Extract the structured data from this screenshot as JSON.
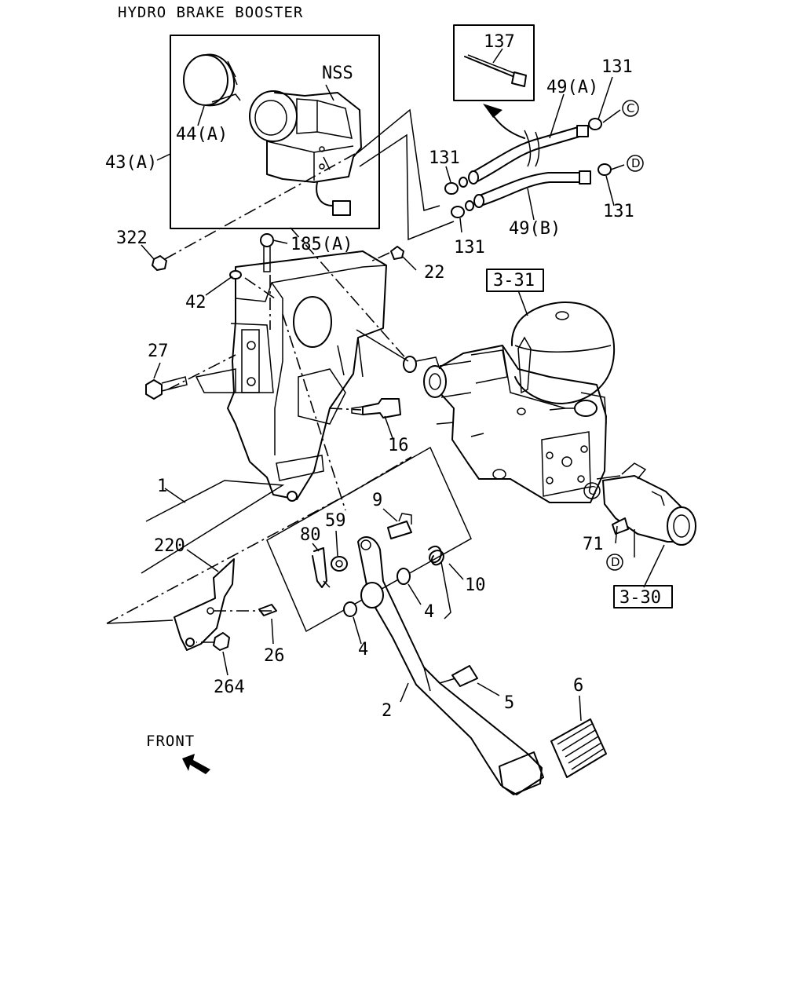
{
  "title": "HYDRO BRAKE BOOSTER",
  "labels": {
    "p43a": "43(A)",
    "p44a": "44(A)",
    "nss": "NSS",
    "p137": "137",
    "p49a": "49(A)",
    "p49b": "49(B)",
    "p131_1": "131",
    "p131_2": "131",
    "p131_3": "131",
    "p131_4": "131",
    "p322": "322",
    "p185a": "185(A)",
    "p22": "22",
    "p42": "42",
    "p27": "27",
    "p16": "16",
    "p1": "1",
    "p220": "220",
    "p80": "80",
    "p59": "59",
    "p9": "9",
    "p10": "10",
    "p4a": "4",
    "p4b": "4",
    "p26": "26",
    "p264": "264",
    "p2": "2",
    "p5": "5",
    "p6": "6",
    "p71": "71",
    "ref331": "3-31",
    "ref330": "3-30",
    "front": "FRONT"
  },
  "connectors": {
    "c1": "C",
    "c2": "C",
    "d1": "D",
    "d2": "D"
  }
}
